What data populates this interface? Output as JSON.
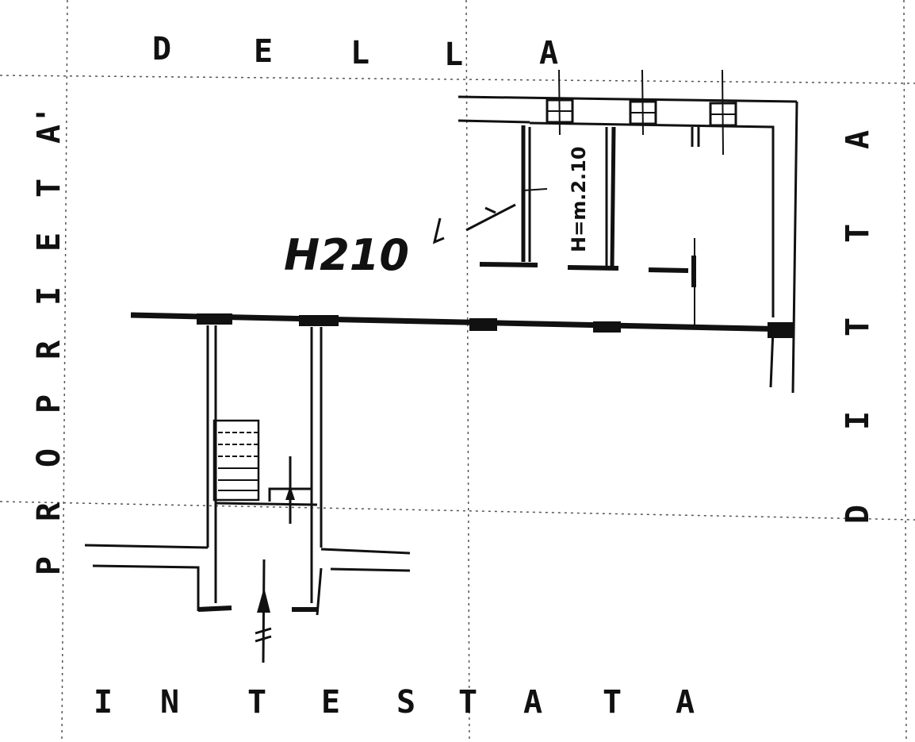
{
  "border_labels": {
    "top": [
      "D",
      "E",
      "L",
      "L",
      "A"
    ],
    "left": [
      "P",
      "R",
      "O",
      "P",
      "R",
      "I",
      "E",
      "T",
      "A'"
    ],
    "right": [
      "D",
      "I",
      "T",
      "T",
      "A"
    ],
    "bottom": [
      "I",
      "N",
      "T",
      "E",
      "S",
      "T",
      "A",
      "T",
      "A"
    ]
  },
  "annotations": {
    "room_height": "H210",
    "wall_height": "H=m.2.10"
  },
  "colors": {
    "ink": "#111111",
    "paper": "#ffffff"
  }
}
